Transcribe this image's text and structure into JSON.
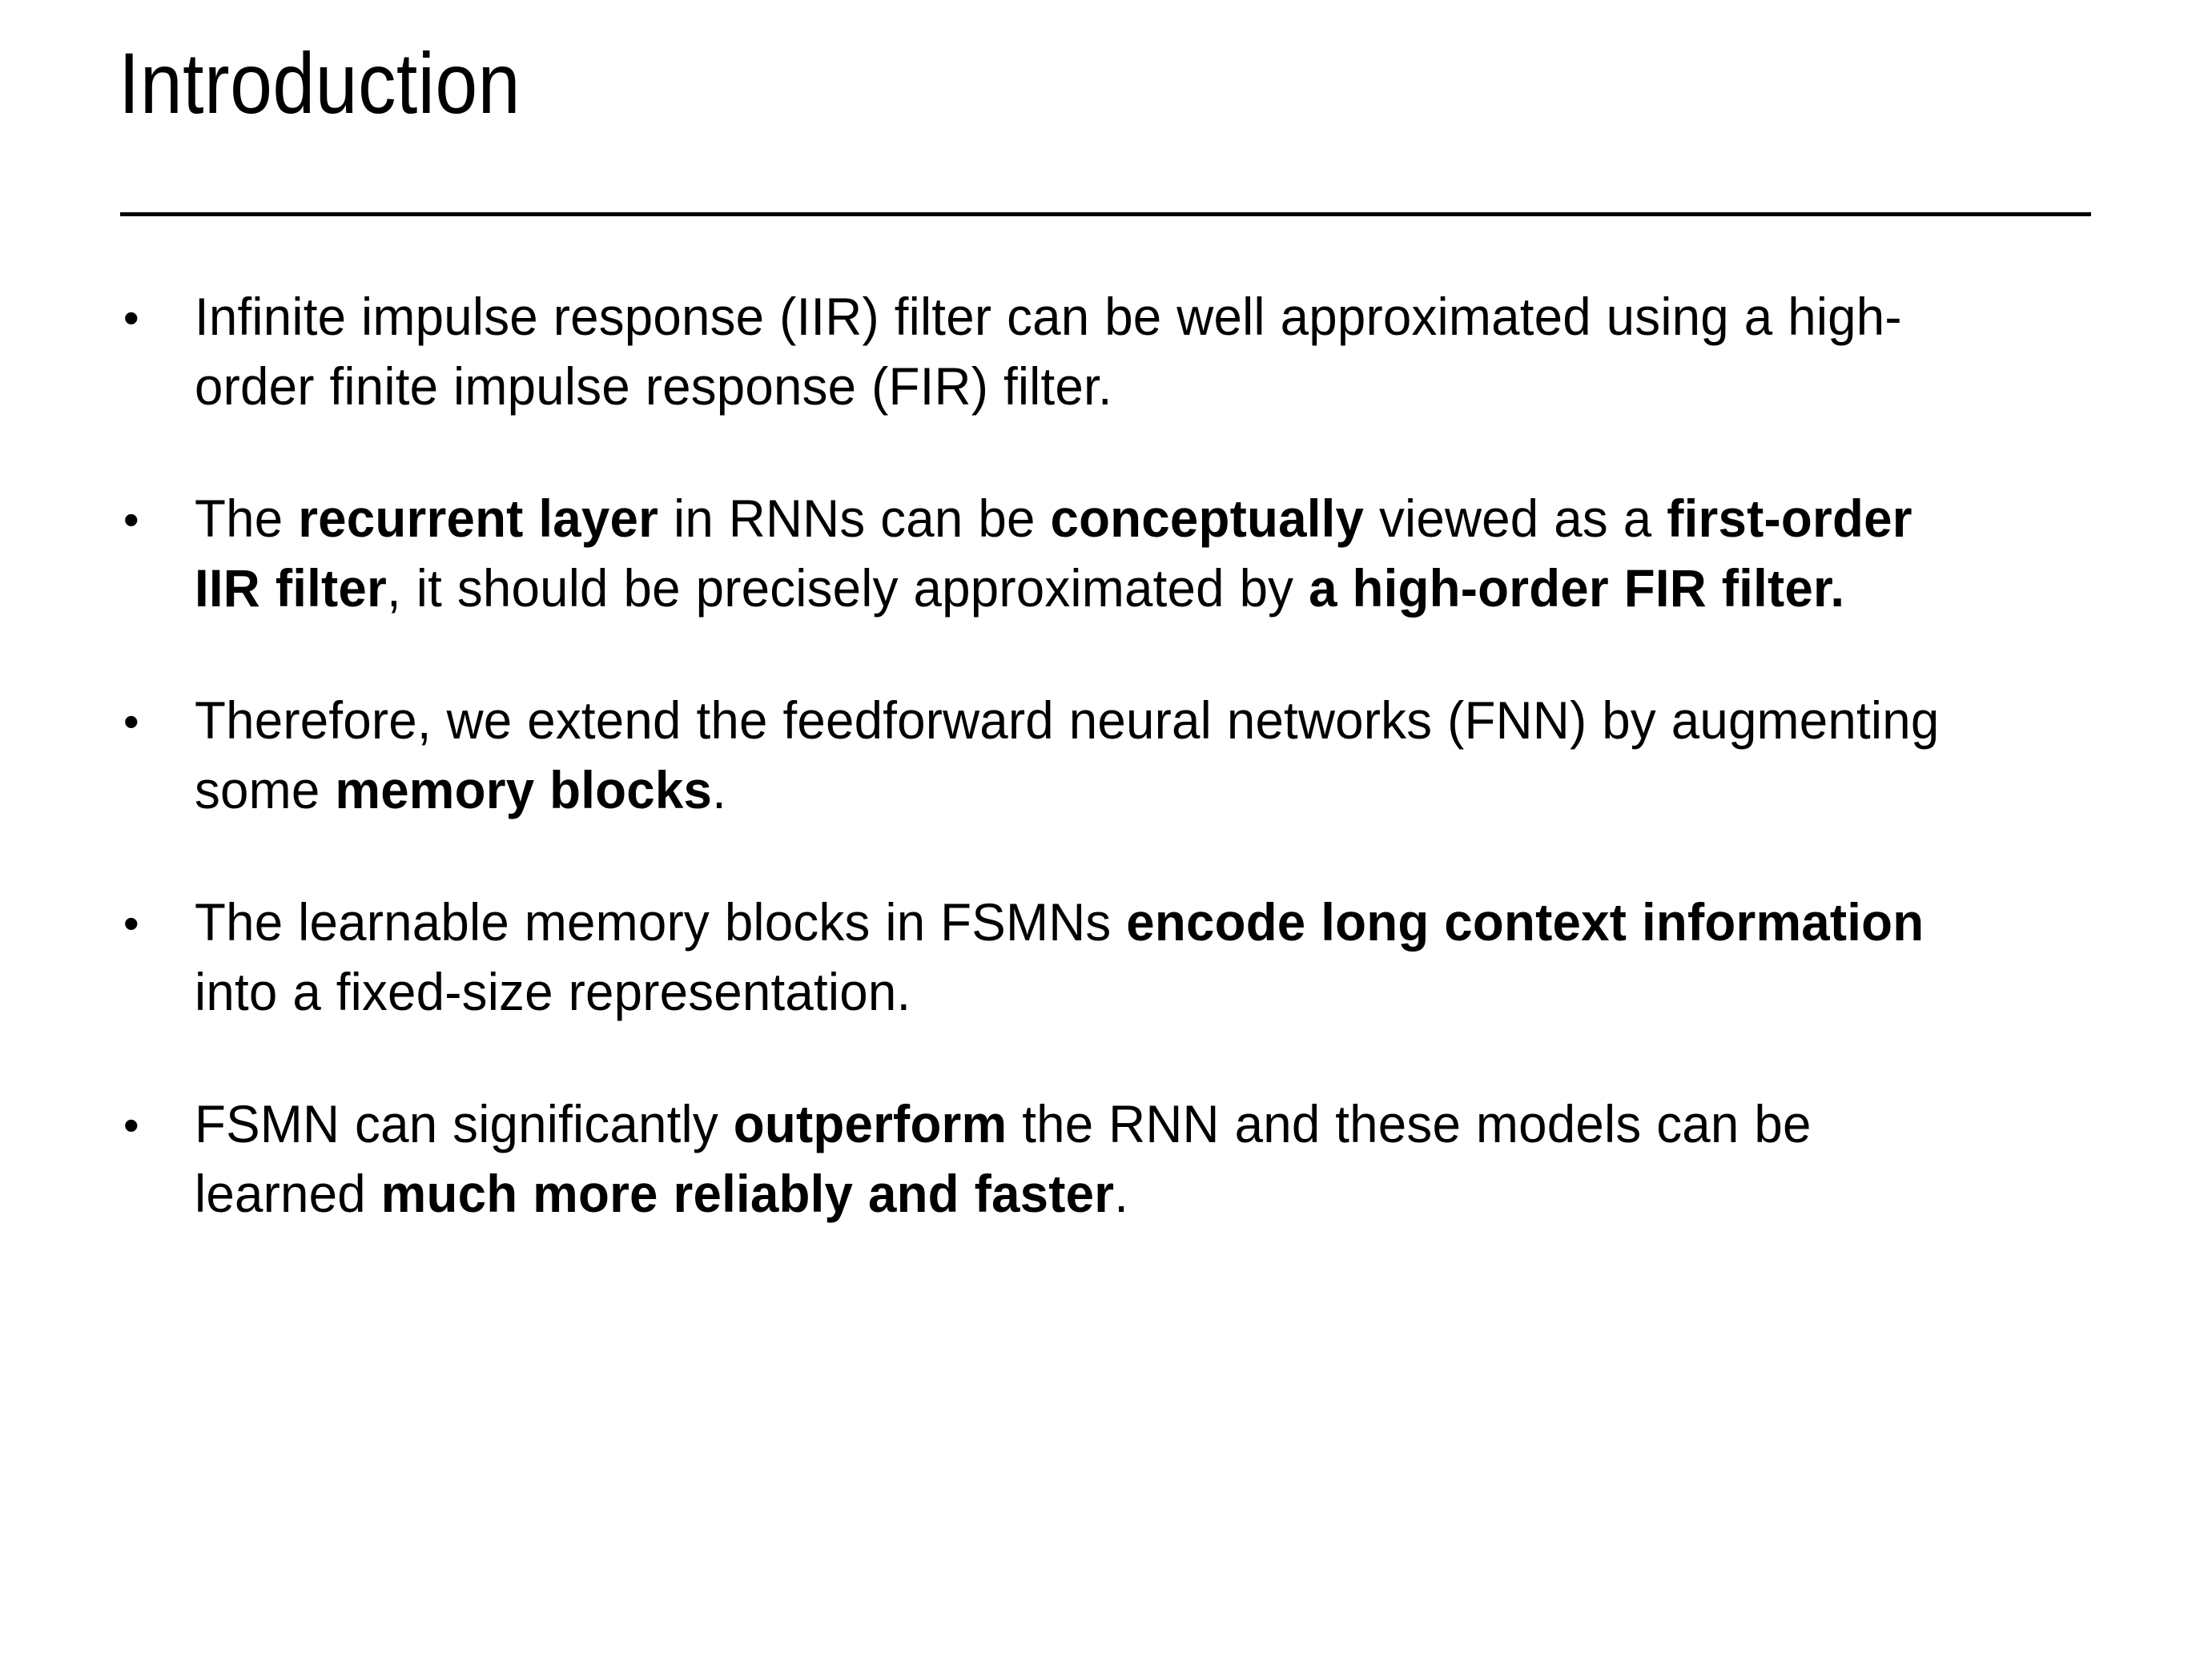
{
  "slide": {
    "title": "Introduction",
    "bullet_marker": "•",
    "divider": "horizontal-rule",
    "bullets": [
      {
        "id": "bullet-iir-fir",
        "plain_text": "Infinite impulse response (IIR) filter can be well approximated using a high-order finite impulse response (FIR) filter.",
        "runs": [
          {
            "text": "Infinite impulse response (IIR) filter can be well approximated using a high-order finite impulse response (FIR) filter.",
            "bold": false
          }
        ]
      },
      {
        "id": "bullet-recurrent-layer",
        "plain_text": "The recurrent layer in RNNs can be conceptually viewed as a first-order IIR filter, it should be precisely approximated by a high-order FIR filter.",
        "runs": [
          {
            "text": "The ",
            "bold": false
          },
          {
            "text": "recurrent layer",
            "bold": true
          },
          {
            "text": " in RNNs can be ",
            "bold": false
          },
          {
            "text": "conceptually",
            "bold": true
          },
          {
            "text": " viewed as a ",
            "bold": false
          },
          {
            "text": "first-order IIR filter",
            "bold": true
          },
          {
            "text": ", it should be precisely approximated by ",
            "bold": false
          },
          {
            "text": "a high-order FIR filter.",
            "bold": true
          }
        ]
      },
      {
        "id": "bullet-memory-blocks",
        "plain_text": "Therefore, we extend the feedforward neural networks (FNN) by augmenting some memory blocks.",
        "runs": [
          {
            "text": "Therefore, we extend the feedforward neural networks (FNN) by augmenting some ",
            "bold": false
          },
          {
            "text": "memory blocks",
            "bold": true
          },
          {
            "text": ".",
            "bold": false
          }
        ]
      },
      {
        "id": "bullet-encode-context",
        "plain_text": "The learnable memory blocks in FSMNs encode long context information into a fixed-size representation.",
        "runs": [
          {
            "text": "The learnable memory blocks in FSMNs ",
            "bold": false
          },
          {
            "text": "encode long context information",
            "bold": true
          },
          {
            "text": " into a fixed-size representation.",
            "bold": false
          }
        ]
      },
      {
        "id": "bullet-outperform-rnn",
        "plain_text": "FSMN can significantly outperform the RNN and these models can be learned much more reliably and faster.",
        "runs": [
          {
            "text": "FSMN can significantly ",
            "bold": false
          },
          {
            "text": "outperform",
            "bold": true
          },
          {
            "text": " the RNN and these models can be learned ",
            "bold": false
          },
          {
            "text": "much more reliably and faster",
            "bold": true
          },
          {
            "text": ".",
            "bold": false
          }
        ]
      }
    ]
  },
  "colors": {
    "background": "#ffffff",
    "text": "#000000",
    "rule": "#000000"
  }
}
